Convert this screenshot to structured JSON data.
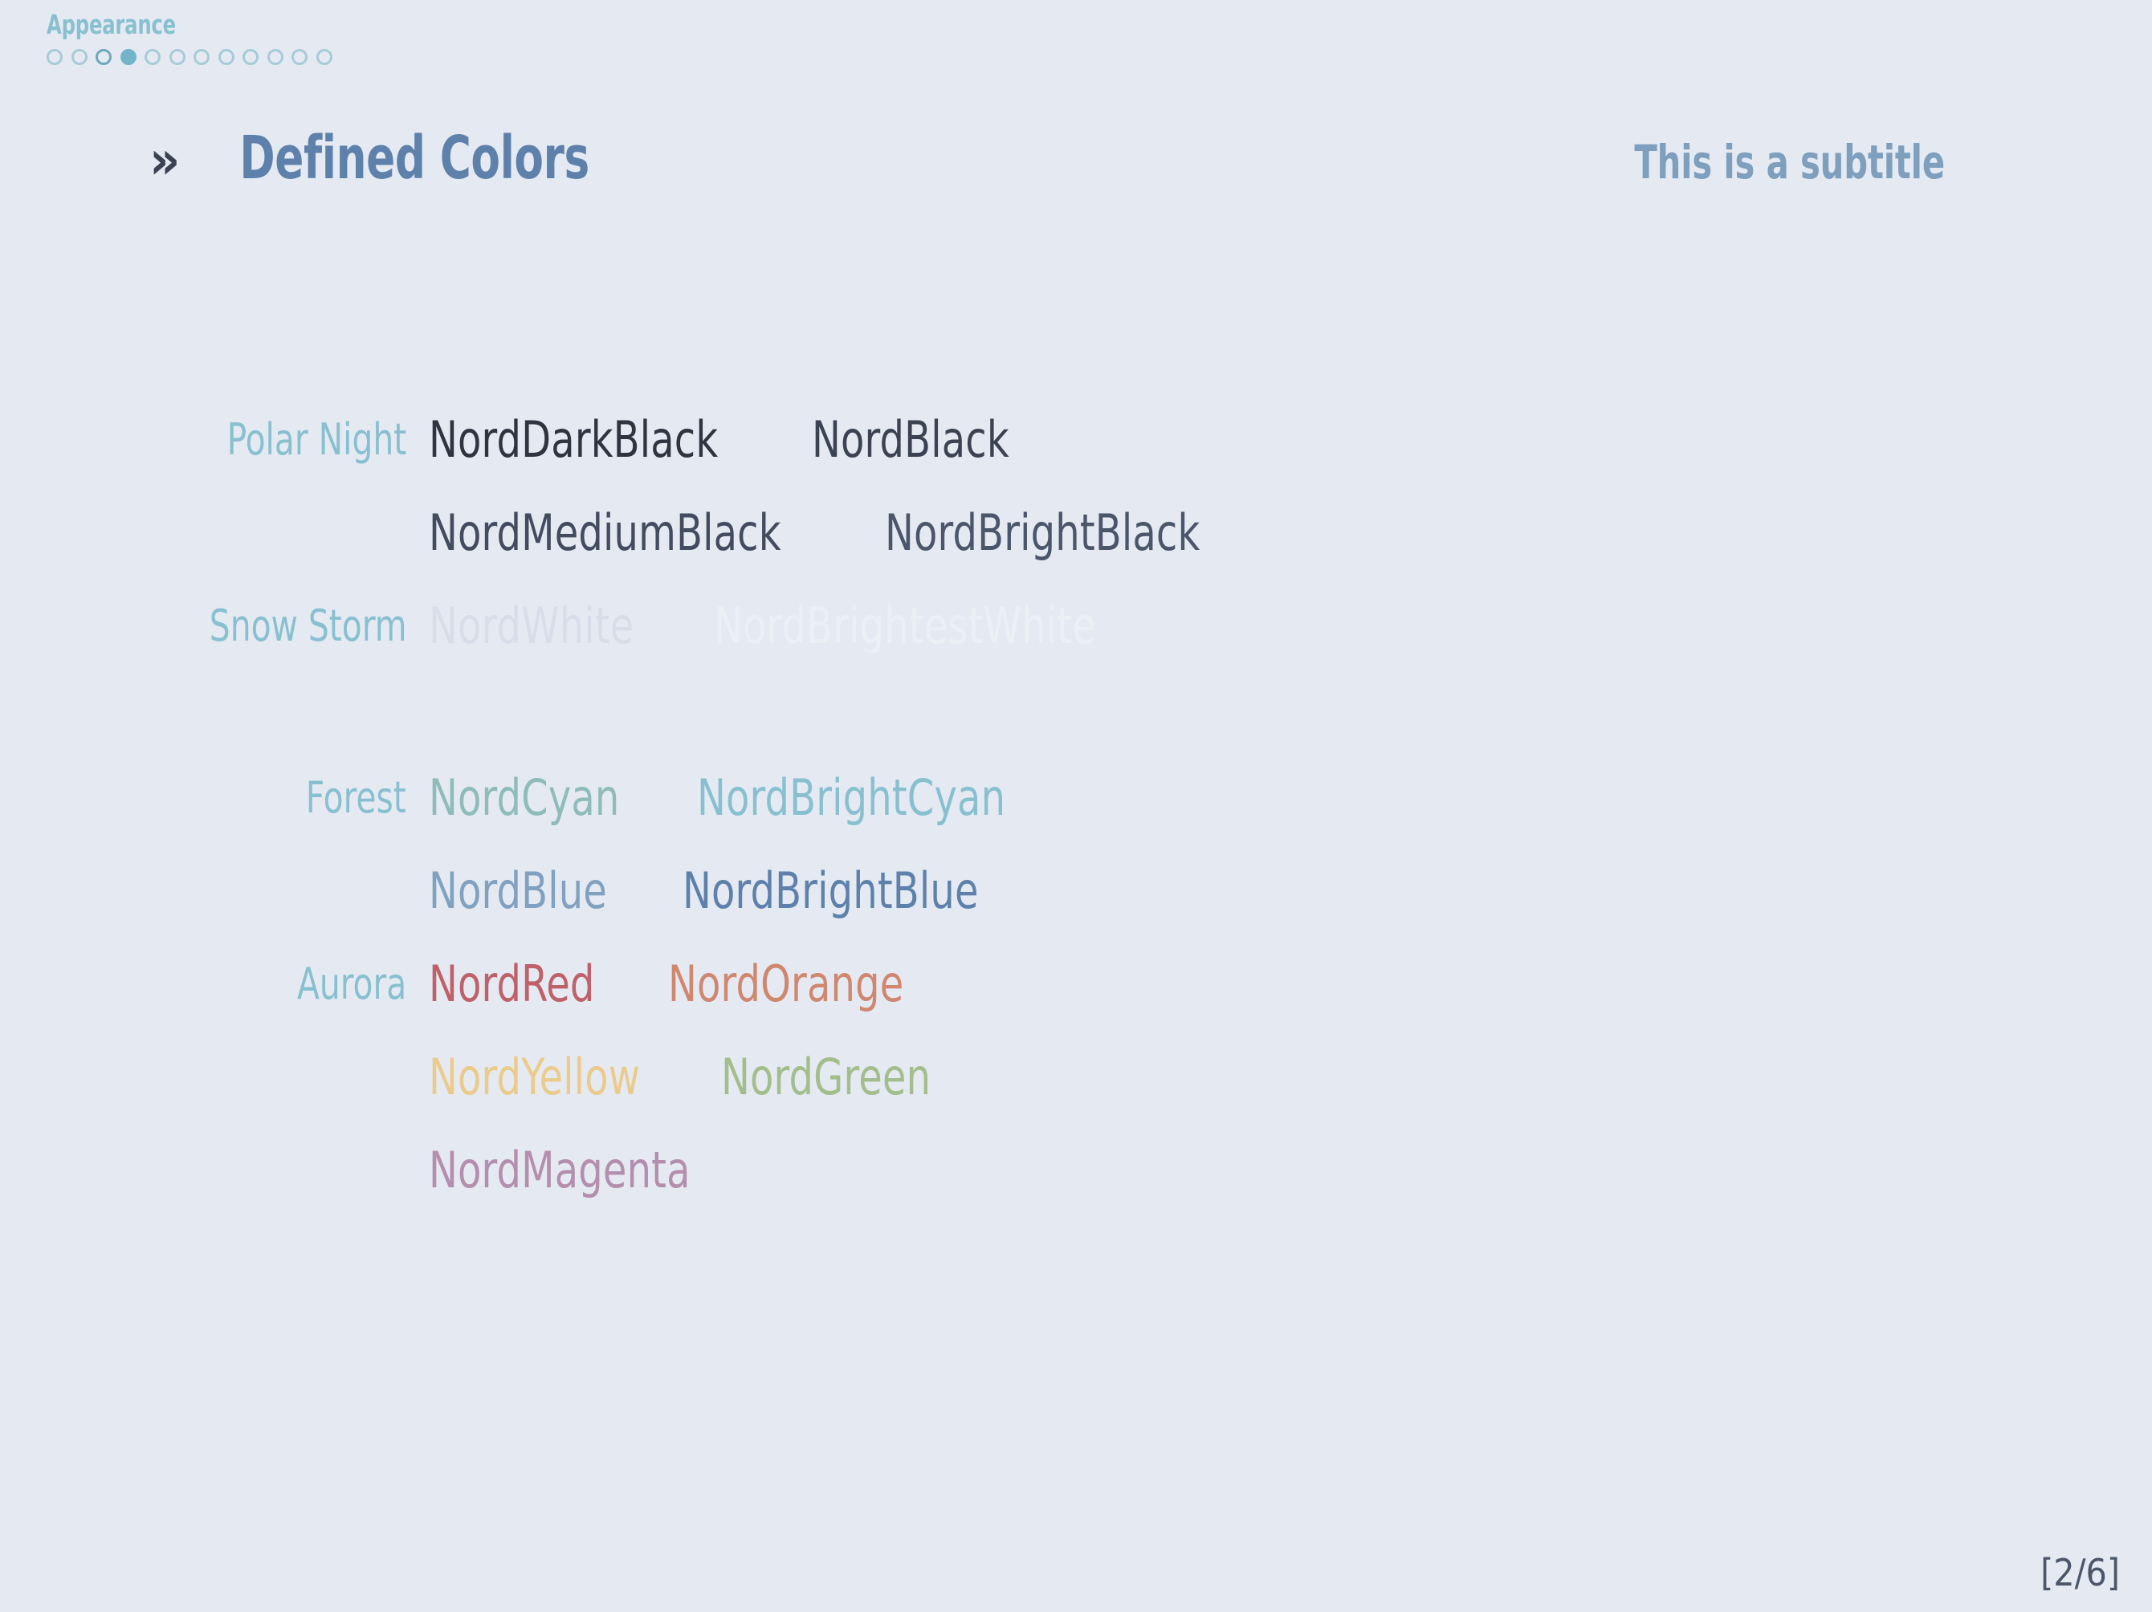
{
  "slide": {
    "background_color": "#E5EAF2",
    "section_name": "Appearance",
    "title_marker": "»",
    "title": "Defined Colors",
    "subtitle": "This is a subtitle",
    "page_number": "[2/6]"
  },
  "progress": {
    "total_dots": 12,
    "current_index": 4,
    "marker_index": 3,
    "dot_color_idle": "#A7CBD8",
    "dot_color_marker": "#6FA8BC",
    "dot_color_current": "#74B4C9"
  },
  "theme": {
    "accent": "#88C0D0",
    "title_color": "#5E81AC",
    "subtitle_color": "#7E9FBE",
    "marker_color": "#3B4252",
    "footer_color": "#4C566A"
  },
  "groups": [
    {
      "label": "Polar Night",
      "lines": [
        [
          {
            "name": "NordDarkBlack",
            "color": "#2E3440"
          },
          {
            "name": "NordBlack",
            "color": "#3B4252"
          }
        ],
        [
          {
            "name": "NordMediumBlack",
            "color": "#434C5E"
          },
          {
            "name": "NordBrightBlack",
            "color": "#4C566A"
          }
        ]
      ]
    },
    {
      "label": "Snow Storm",
      "lines": [
        [
          {
            "name": "NordWhite",
            "color": "#D8DEE9"
          },
          {
            "name": "NordBrightestWhite",
            "color": "#ECEFF4"
          }
        ]
      ]
    },
    {
      "label": "Forest",
      "lines": [
        [
          {
            "name": "NordCyan",
            "color": "#8FBCBB"
          },
          {
            "name": "NordBrightCyan",
            "color": "#88C0D0"
          }
        ],
        [
          {
            "name": "NordBlue",
            "color": "#81A1C1"
          },
          {
            "name": "NordBrightBlue",
            "color": "#5E81AC"
          }
        ]
      ]
    },
    {
      "label": "Aurora",
      "lines": [
        [
          {
            "name": "NordRed",
            "color": "#BF616A"
          },
          {
            "name": "NordOrange",
            "color": "#D08770"
          }
        ],
        [
          {
            "name": "NordYellow",
            "color": "#EBCB8B"
          },
          {
            "name": "NordGreen",
            "color": "#A3BE8C"
          }
        ],
        [
          {
            "name": "NordMagenta",
            "color": "#B48EAD"
          }
        ]
      ]
    }
  ]
}
